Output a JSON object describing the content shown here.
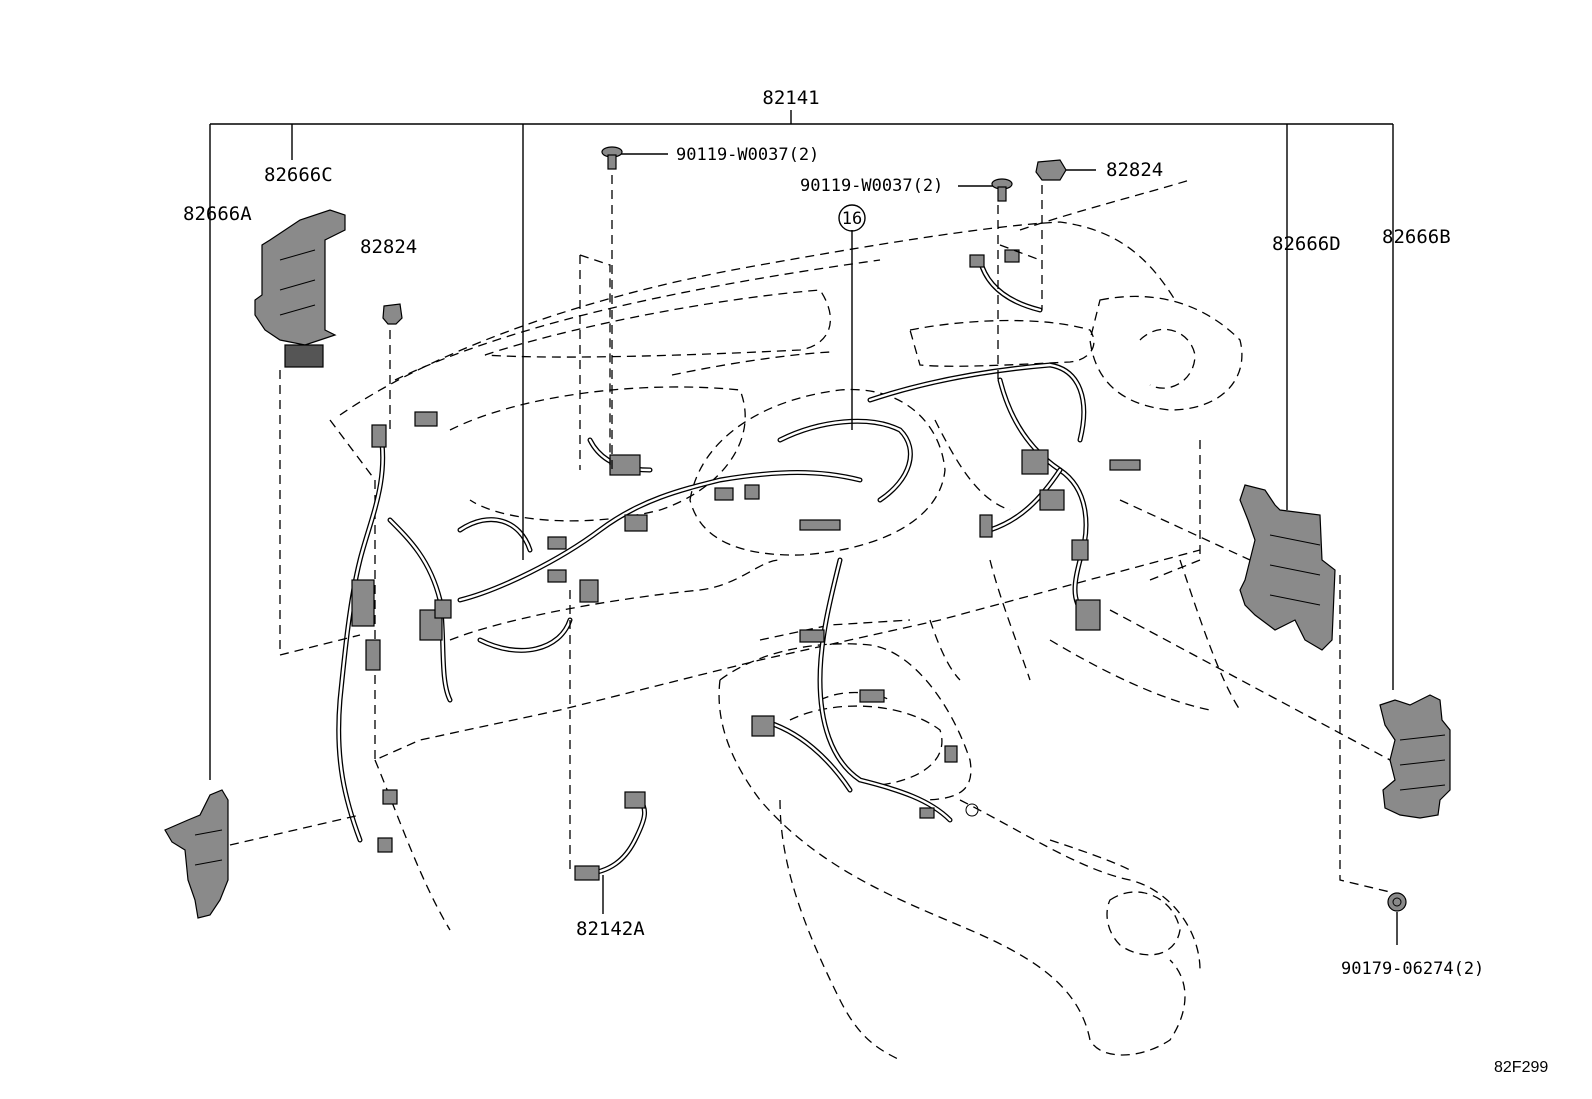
{
  "labels": {
    "harness_main": "82141",
    "bolt_a": "90119-W0037(2)",
    "bolt_b": "90119-W0037(2)",
    "clip_right": "82824",
    "clip_left": "82824",
    "bracket_c": "82666C",
    "bracket_a": "82666A",
    "bracket_d": "82666D",
    "bracket_b": "82666B",
    "callout": "16",
    "sub_harness": "82142A",
    "nut": "90179-06274(2)",
    "figure_ref": "82F299"
  }
}
